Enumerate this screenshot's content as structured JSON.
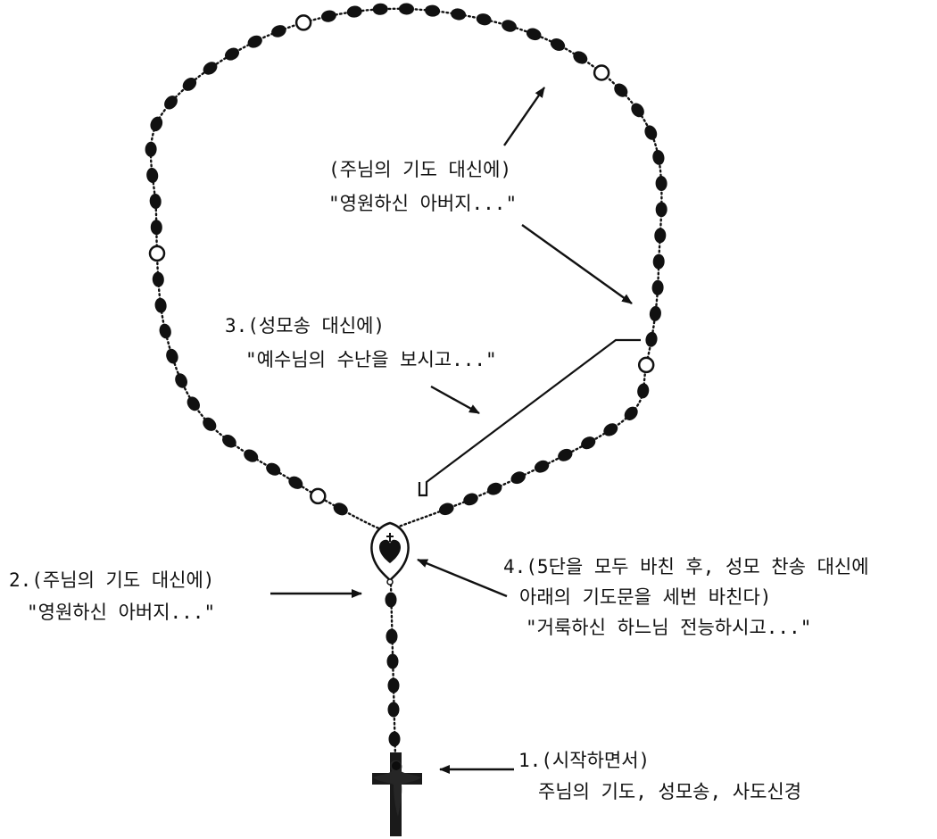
{
  "diagram": {
    "colors": {
      "ink": "#111111",
      "paper": "#ffffff"
    },
    "icons": {
      "cross": "crucifix-icon",
      "centerpiece": "sacred-heart-medal-icon",
      "hollow": "hollow-bead-icon",
      "solid": "solid-bead-icon"
    },
    "steps": [
      {
        "line1": "1.(시작하면서)",
        "line2": "주님의 기도, 성모송, 사도신경"
      },
      {
        "line1": "2.(주님의 기도 대신에)",
        "line2": "\"영원하신 아버지...\""
      },
      {
        "line1": "3.(성모송 대신에)",
        "line2": "\"예수님의 수난을 보시고...\""
      },
      {
        "line1": "4.(5단을 모두 바친 후, 성모 찬송 대신에",
        "line2": "아래의 기도문을 세번 바친다)",
        "line3": "\"거룩하신 하느님 전능하시고...\""
      }
    ],
    "callout": {
      "line1": "(주님의 기도 대신에)",
      "line2": "\"영원하신 아버지...\""
    }
  }
}
